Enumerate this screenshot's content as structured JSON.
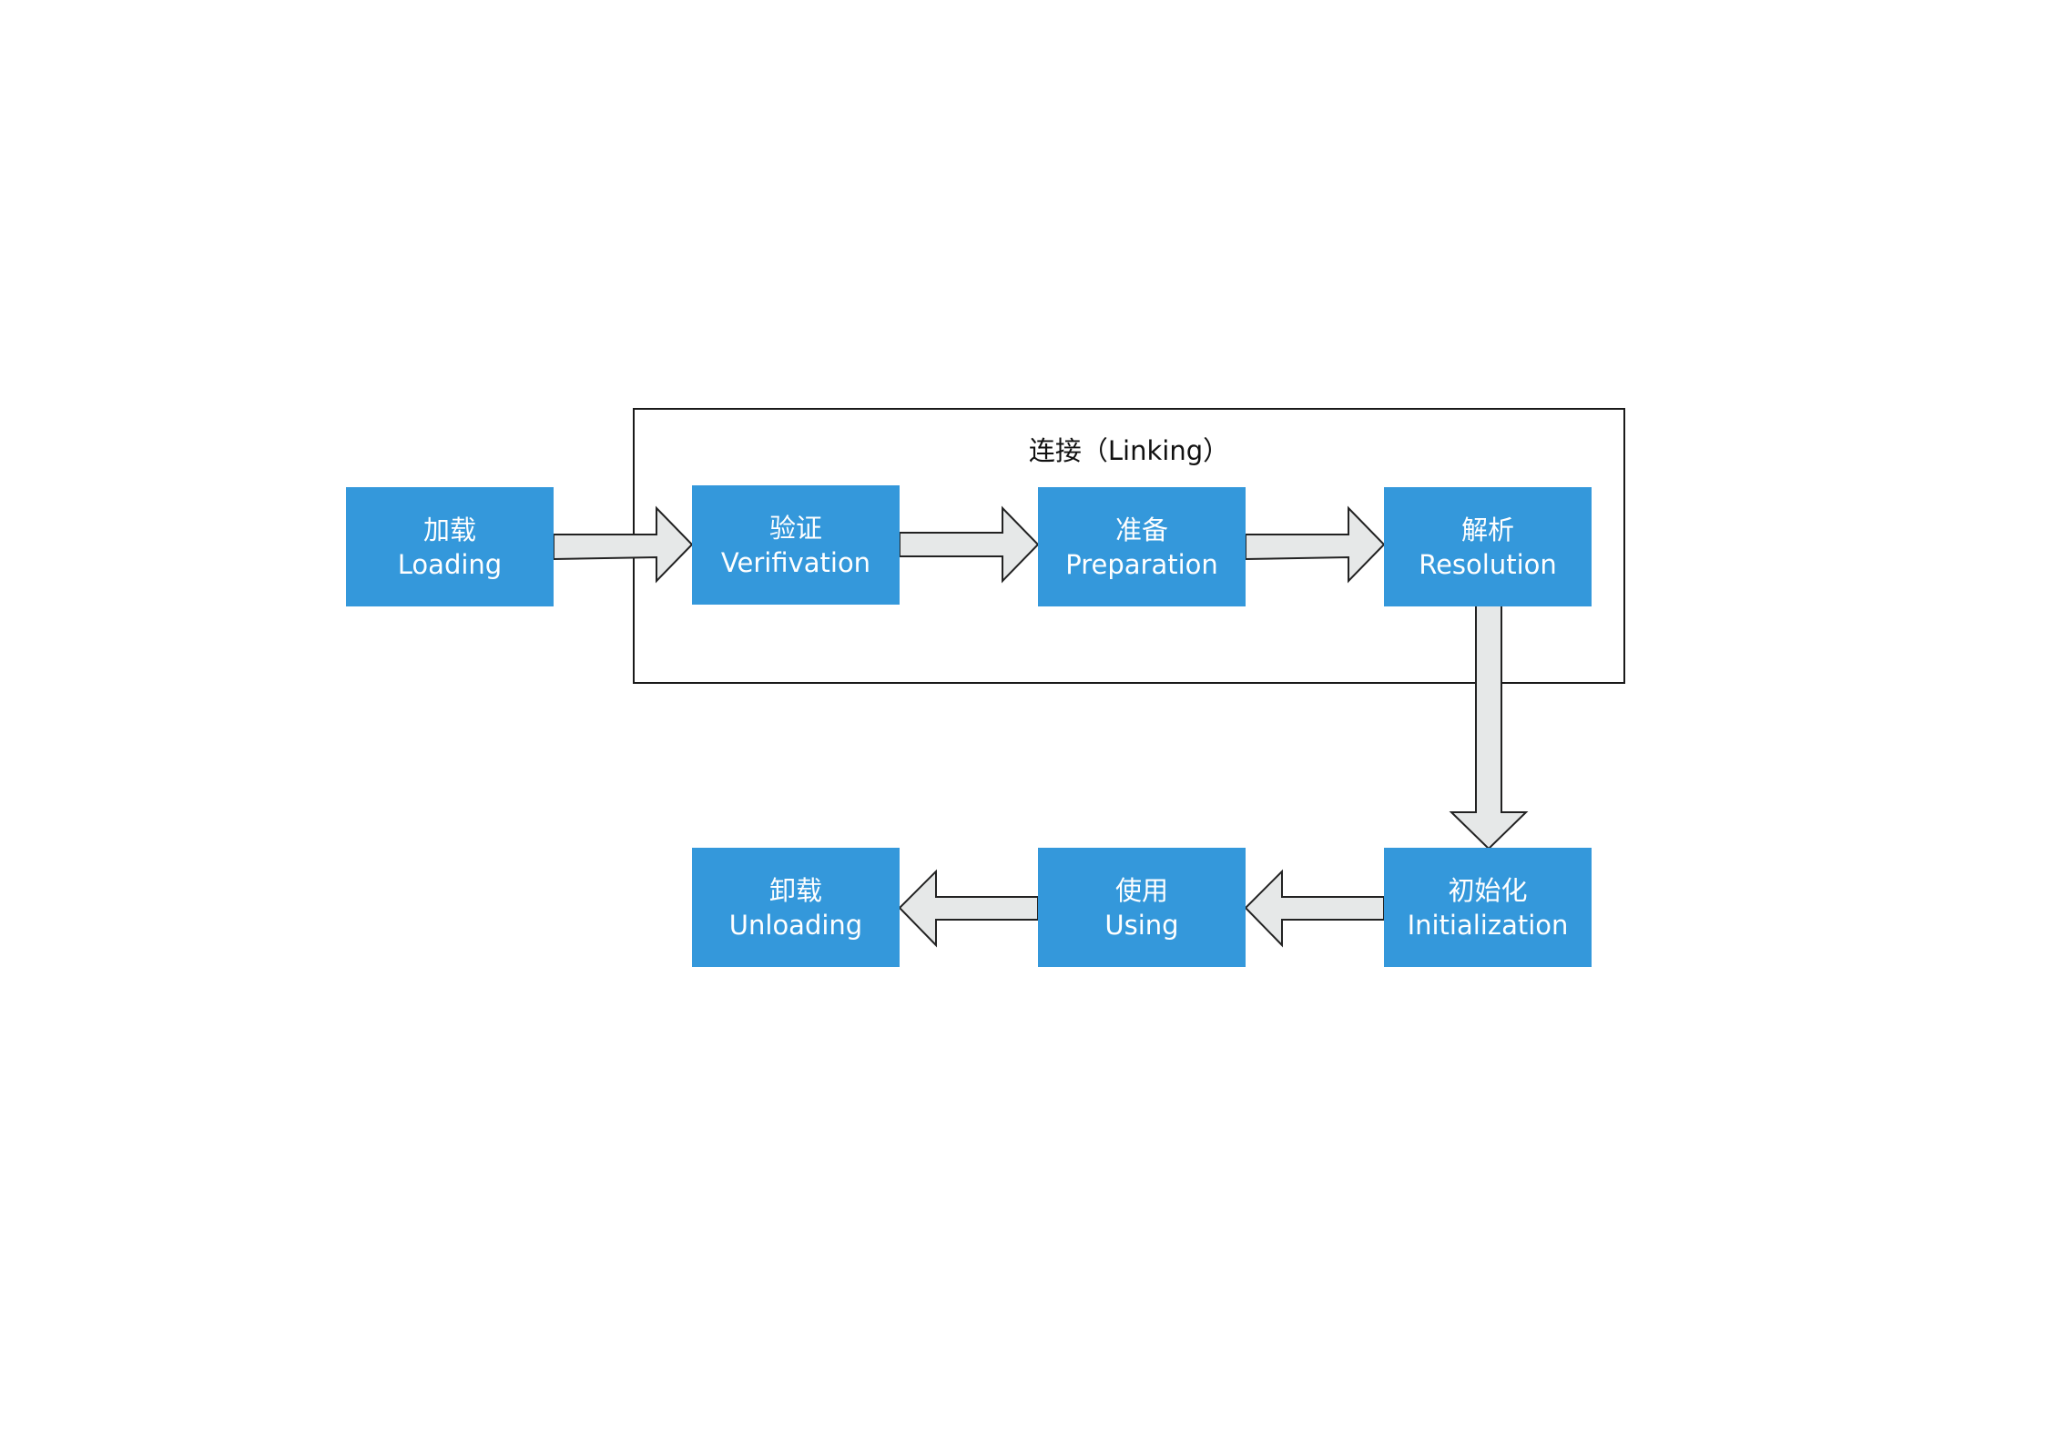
{
  "group": {
    "title": "连接（Linking）"
  },
  "stages": [
    {
      "id": "loading",
      "cn": "加载",
      "en": "Loading"
    },
    {
      "id": "verification",
      "cn": "验证",
      "en": "Verifivation"
    },
    {
      "id": "preparation",
      "cn": "准备",
      "en": "Preparation"
    },
    {
      "id": "resolution",
      "cn": "解析",
      "en": "Resolution"
    },
    {
      "id": "initialization",
      "cn": "初始化",
      "en": "Initialization"
    },
    {
      "id": "using",
      "cn": "使用",
      "en": "Using"
    },
    {
      "id": "unloading",
      "cn": "卸载",
      "en": "Unloading"
    }
  ],
  "colors": {
    "stage_fill": "#3498db",
    "stage_text": "#ffffff",
    "arrow_fill": "#e6e8e8",
    "arrow_stroke": "#222222",
    "group_border": "#1a1a1a"
  },
  "flow": [
    [
      "loading",
      "verification"
    ],
    [
      "verification",
      "preparation"
    ],
    [
      "preparation",
      "resolution"
    ],
    [
      "resolution",
      "initialization"
    ],
    [
      "initialization",
      "using"
    ],
    [
      "using",
      "unloading"
    ]
  ]
}
